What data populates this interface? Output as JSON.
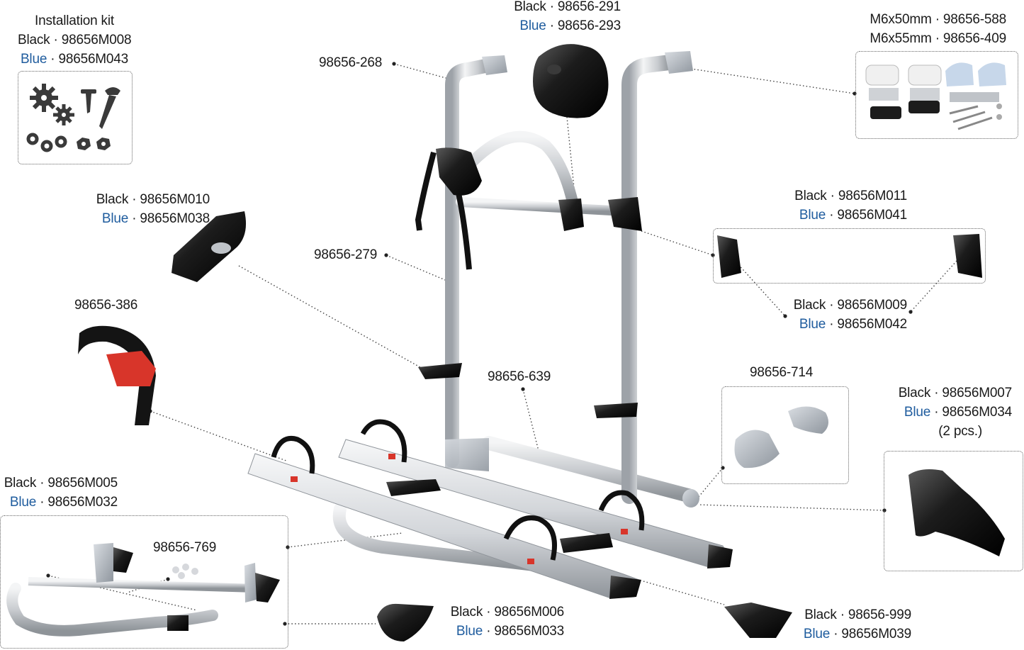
{
  "colors": {
    "black_variant": "#1a1a1a",
    "blue_variant": "#1f5c9e",
    "aluminium": "#cfd2d6",
    "plastic": "#1c1c1c",
    "reflector": "#d8352a"
  },
  "labels": {
    "kit": {
      "title": "Installation kit",
      "black": "Black · 98656M008",
      "blue_word": "Blue",
      "blue": " · 98656M043"
    },
    "knob": {
      "black": "Black · 98656-291",
      "blue_word": "Blue",
      "blue": " · 98656-293"
    },
    "screws": {
      "line1": "M6x50mm · 98656-588",
      "line2": "M6x55mm · 98656-409"
    },
    "p268": "98656-268",
    "holder": {
      "black": "Black · 98656M010",
      "blue_word": "Blue",
      "blue": " · 98656M038"
    },
    "crossbar": {
      "black": "Black · 98656M011",
      "blue_word": "Blue",
      "blue": " · 98656M041"
    },
    "crossbar_end": {
      "black": "Black · 98656M009",
      "blue_word": "Blue",
      "blue": " · 98656M042"
    },
    "p279": "98656-279",
    "p386": "98656-386",
    "p639": "98656-639",
    "p714": "98656-714",
    "wedge": {
      "black": "Black · 98656M007",
      "blue_word": "Blue",
      "blue": " · 98656M034",
      "qty": "(2 pcs.)"
    },
    "frame": {
      "black": "Black · 98656M005",
      "blue_word": "Blue",
      "blue": " · 98656M032"
    },
    "p769": "98656-769",
    "endcap": {
      "black": "Black · 98656M006",
      "blue_word": "Blue",
      "blue": " · 98656M033"
    },
    "railend": {
      "black": "Black · 98656-999",
      "blue_word": "Blue",
      "blue": " · 98656M039"
    }
  },
  "icons": [
    "gear-icon",
    "screw-icon",
    "chain-link-icon",
    "nut-icon"
  ]
}
